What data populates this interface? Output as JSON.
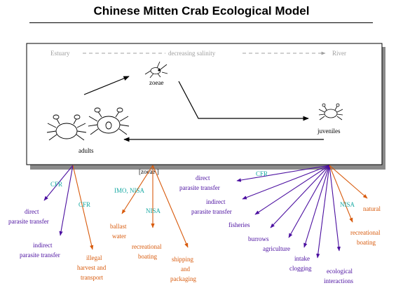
{
  "title": "Chinese Mitten Crab Ecological Model",
  "colors": {
    "pathway_purple": "#4b0fa0",
    "pathway_orange": "#d85a0c",
    "agency_teal": "#17a9a3",
    "salinity_gray": "#a0a0a0"
  },
  "salinity": {
    "left": "Estuary",
    "middle": "decreasing salinity",
    "right": "River"
  },
  "stages": {
    "zoeae": "zoeae",
    "juveniles": "juveniles",
    "adults": "adults"
  },
  "adult_vectors": {
    "cfr_left": "CFR",
    "cfr_right": "CFR",
    "direct_transfer": [
      "direct",
      "parasite transfer"
    ],
    "indirect_transfer": [
      "indirect",
      "parasite transfer"
    ],
    "illegal": [
      "illegal",
      "harvest and",
      "transport"
    ]
  },
  "zoeae_vectors": {
    "source": "[zoeae ]",
    "imo_nisa": "IMO, NISA",
    "nisa": "NISA",
    "ballast": [
      "ballast",
      "water"
    ],
    "recreational_boating": [
      "recreational",
      "boating"
    ],
    "shipping": [
      "shipping",
      "and",
      "packaging"
    ]
  },
  "juvenile_vectors": {
    "cfr": "CFR",
    "nisa": "NISA",
    "direct_transfer": [
      "direct",
      "parasite transfer"
    ],
    "indirect_transfer": [
      "indirect",
      "parasite transfer"
    ],
    "fisheries": "fisheries",
    "burrows": "burrows",
    "agriculture": "agriculture",
    "intake_clogging": [
      "intake",
      "clogging"
    ],
    "ecological_interactions": [
      "ecological",
      "interactions"
    ],
    "natural": "natural",
    "recreational_boating": [
      "recreational",
      "boating"
    ]
  }
}
